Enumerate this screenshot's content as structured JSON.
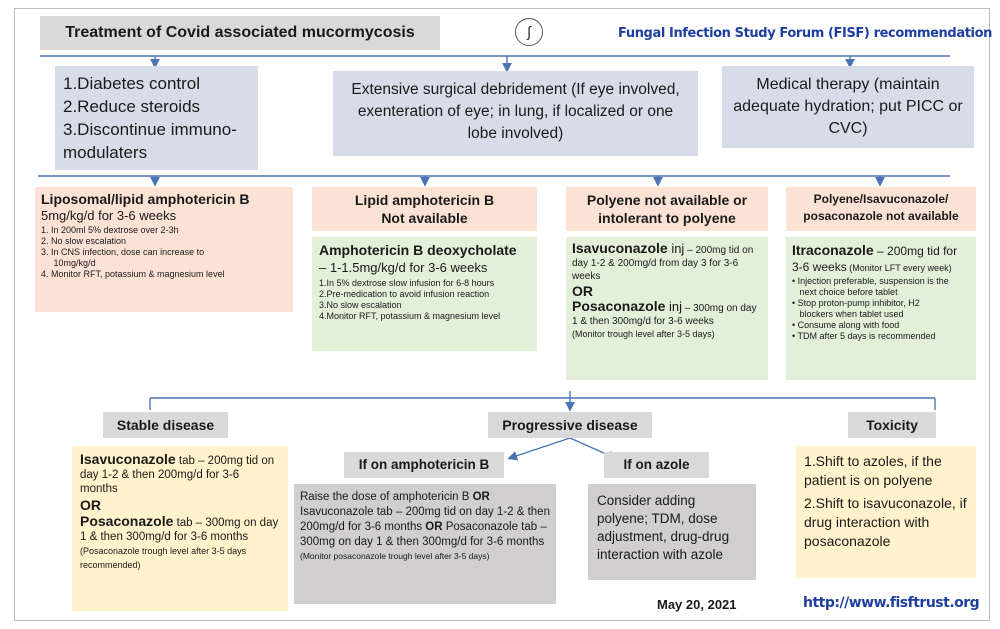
{
  "header": {
    "title": "Treatment of Covid associated mucormycosis",
    "org": "Fungal Infection Study Forum (FISF) recommendation"
  },
  "top_row": {
    "left": [
      "1.Diabetes control",
      "2.Reduce steroids",
      "3.Discontinue immuno-",
      "modulaters"
    ],
    "middle": "Extensive surgical debridement (If eye involved, exenteration of eye; in lung, if localized or one lobe involved)",
    "right": "Medical therapy (maintain adequate hydration; put PICC or CVC)"
  },
  "col1": {
    "title": "Liposomal/lipid amphotericin B",
    "dose": "5mg/kg/d for 3-6 weeks",
    "items": [
      "1.  In 200ml 5% dextrose over 2-3h",
      "2.  No slow escalation",
      "3.  In CNS infection, dose can increase to",
      "     10mg/kg/d",
      "4.  Monitor RFT, potassium & magnesium level"
    ]
  },
  "col2": {
    "header_line1": "Lipid amphotericin B",
    "header_line2": "Not available",
    "drug": "Amphotericin B deoxycholate",
    "dose": "– 1-1.5mg/kg/d for 3-6 weeks",
    "items": [
      "1.In 5% dextrose slow infusion for 6-8 hours",
      "2.Pre-medication to avoid infusion reaction",
      "3.No slow escalation",
      "4.Monitor RFT, potassium & magnesium level"
    ]
  },
  "col3": {
    "header_line1": "Polyene not available or",
    "header_line2": "intolerant to polyene",
    "drug1": "Isavuconazole",
    "drug1_route": " inj",
    "drug1_dose": " – 200mg tid on day 1-2 & 200mg/d from day 3 for 3-6 weeks",
    "or": "OR",
    "drug2": "Posaconazole",
    "drug2_route": " inj",
    "drug2_dose": " – 300mg on day 1 & then 300mg/d for 3-6 weeks",
    "note": "(Monitor trough level  after 3-5 days)"
  },
  "col4": {
    "header_line1": "Polyene/Isavuconazole/",
    "header_line2": "posaconazole not available",
    "drug": "Itraconazole",
    "dose": " – 200mg tid for",
    "dose2": "3-6 weeks",
    "monitor": " (Monitor LFT every week)",
    "items": [
      "• Injection preferable, suspension is the",
      "   next choice before tablet",
      "• Stop proton-pump inhibitor, H2",
      "   blockers when tablet used",
      "• Consume along with food",
      "• TDM after 5 days is recommended"
    ]
  },
  "bottom": {
    "stable": {
      "label": "Stable disease",
      "drug1": "Isavuconazole",
      "drug1_rest": " tab – 200mg tid on day 1-2 & then 200mg/d for 3-6 months",
      "or": "OR",
      "drug2": "Posaconazole",
      "drug2_rest": " tab – 300mg on day 1 & then 300mg/d for 3-6 months",
      "note": " (Posaconazole trough level after 3-5 days recommended)"
    },
    "progressive": {
      "label": "Progressive disease",
      "ampho_label": "If on amphotericin B",
      "azole_label": "If on azole",
      "ampho_text_1": "Raise the dose of amphotericin B ",
      "ampho_or1": "OR",
      "ampho_text_2": " Isavuconazole tab – 200mg tid on day 1-2 & then 200mg/d for 3-6 months ",
      "ampho_or2": "OR",
      "ampho_text_3": " Posaconazole tab – 300mg on day 1 & then 300mg/d for 3-6 months",
      "ampho_note": "(Monitor posaconazole trough level after 3-5 days)",
      "azole_text": "Consider adding polyene; TDM, dose adjustment, drug-drug interaction with azole"
    },
    "toxicity": {
      "label": "Toxicity",
      "items": [
        "1.Shift to azoles, if the patient is on polyene",
        "2.Shift to isavuconazole, if drug interaction with posaconazole"
      ]
    }
  },
  "footer": {
    "date": "May 20, 2021",
    "url": "http://www.fisftrust.org"
  },
  "colors": {
    "gray": "#d9d9d9",
    "blue": "#d6dde8",
    "peach": "#fbe2d5",
    "green": "#e2efd9",
    "cream": "#fff2cc",
    "connector": "#4a74b4",
    "org_text": "#1f3fa0"
  }
}
